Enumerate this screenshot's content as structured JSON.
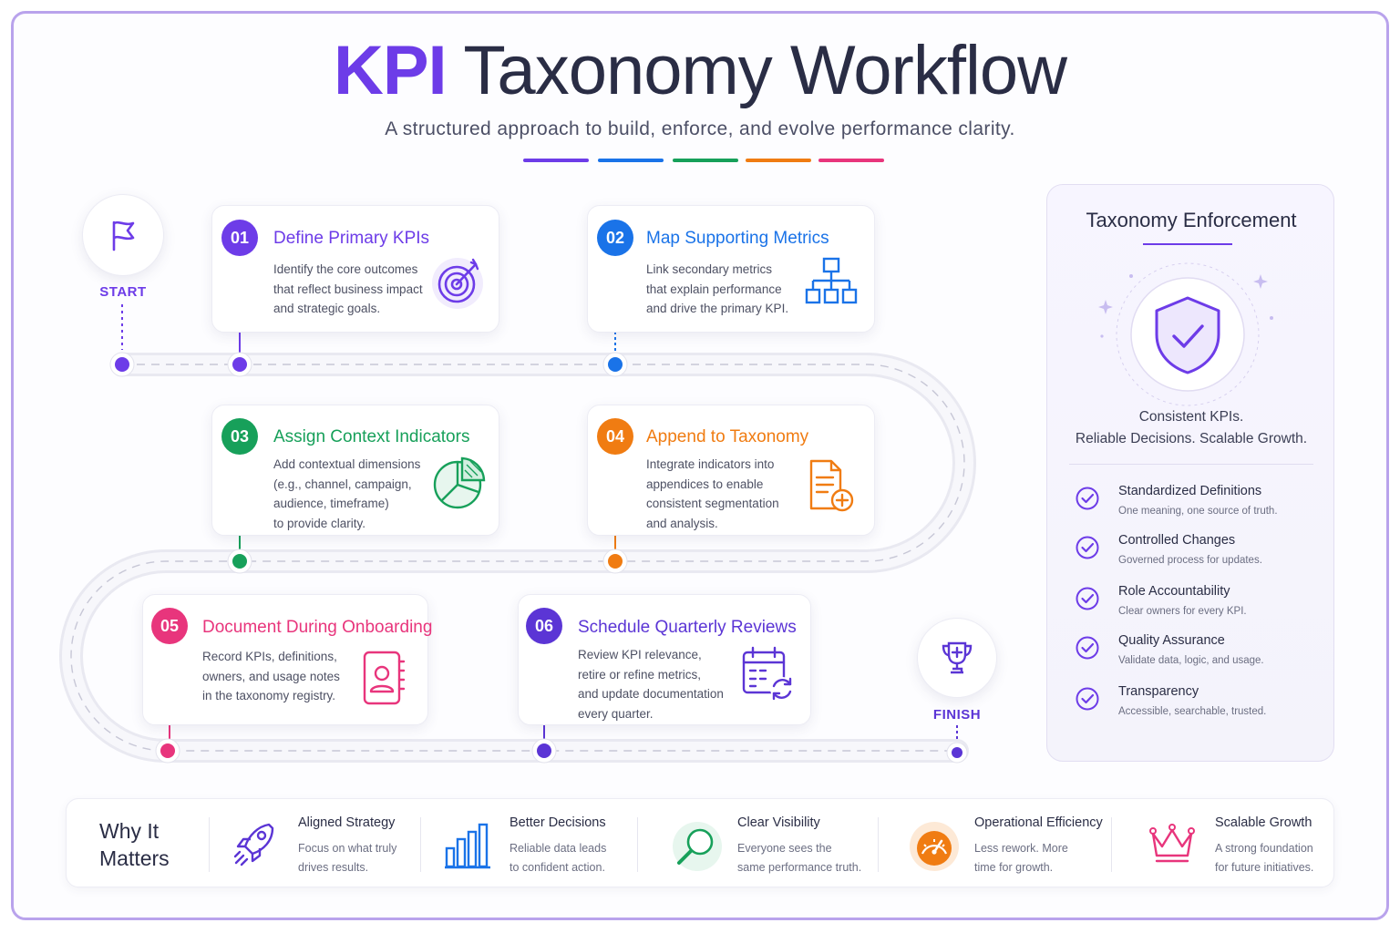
{
  "header": {
    "title_accent": "KPI",
    "title_rest": " Taxonomy Workflow",
    "subtitle": "A structured approach to build, enforce, and evolve performance clarity."
  },
  "colors": {
    "purple": "#6d3ce8",
    "blue": "#1a73e8",
    "green": "#17a05a",
    "orange": "#f07c12",
    "pink": "#e8357c",
    "violet": "#5b35d5"
  },
  "start": {
    "label": "START",
    "icon": "flag-icon"
  },
  "finish": {
    "label": "FINISH",
    "icon": "trophy-icon"
  },
  "steps": [
    {
      "number": "01",
      "title": "Define Primary KPIs",
      "description": "Identify the core outcomes\nthat reflect business impact\nand strategic goals.",
      "icon": "target-icon",
      "color": "#6d3ce8"
    },
    {
      "number": "02",
      "title": "Map Supporting Metrics",
      "description": "Link secondary metrics\nthat explain performance\nand drive the primary KPI.",
      "icon": "hierarchy-icon",
      "color": "#1a73e8"
    },
    {
      "number": "03",
      "title": "Assign Context Indicators",
      "description": "Add contextual dimensions\n(e.g., channel, campaign,\naudience, timeframe)\nto provide clarity.",
      "icon": "pie-chart-icon",
      "color": "#17a05a"
    },
    {
      "number": "04",
      "title": "Append to Taxonomy",
      "description": "Integrate indicators into\nappendices to enable\nconsistent segmentation\nand analysis.",
      "icon": "document-add-icon",
      "color": "#f07c12"
    },
    {
      "number": "05",
      "title": "Document During Onboarding",
      "description": "Record KPIs, definitions,\nowners, and usage notes\nin the taxonomy registry.",
      "icon": "contact-book-icon",
      "color": "#e8357c"
    },
    {
      "number": "06",
      "title": "Schedule Quarterly Reviews",
      "description": "Review KPI relevance,\nretire or refine metrics,\nand update documentation\nevery quarter.",
      "icon": "calendar-refresh-icon",
      "color": "#5b35d5"
    }
  ],
  "enforcement": {
    "title": "Taxonomy Enforcement",
    "tagline_1": "Consistent KPIs.",
    "tagline_2": "Reliable Decisions. Scalable Growth.",
    "icon": "shield-check-icon",
    "items": [
      {
        "title": "Standardized Definitions",
        "subtitle": "One meaning, one source of truth."
      },
      {
        "title": "Controlled Changes",
        "subtitle": "Governed process for updates."
      },
      {
        "title": "Role Accountability",
        "subtitle": "Clear owners for every KPI."
      },
      {
        "title": "Quality Assurance",
        "subtitle": "Validate data, logic, and usage."
      },
      {
        "title": "Transparency",
        "subtitle": "Accessible, searchable, trusted."
      }
    ]
  },
  "why": {
    "heading": "Why It\nMatters",
    "items": [
      {
        "title": "Aligned Strategy",
        "description": "Focus on what truly\ndrives results.",
        "icon": "rocket-icon"
      },
      {
        "title": "Better Decisions",
        "description": "Reliable data leads\nto confident action.",
        "icon": "bar-chart-icon"
      },
      {
        "title": "Clear Visibility",
        "description": "Everyone sees the\nsame performance truth.",
        "icon": "magnifier-icon"
      },
      {
        "title": "Operational Efficiency",
        "description": "Less rework. More\ntime for growth.",
        "icon": "gauge-icon"
      },
      {
        "title": "Scalable Growth",
        "description": "A strong foundation\nfor future initiatives.",
        "icon": "crown-icon"
      }
    ]
  }
}
